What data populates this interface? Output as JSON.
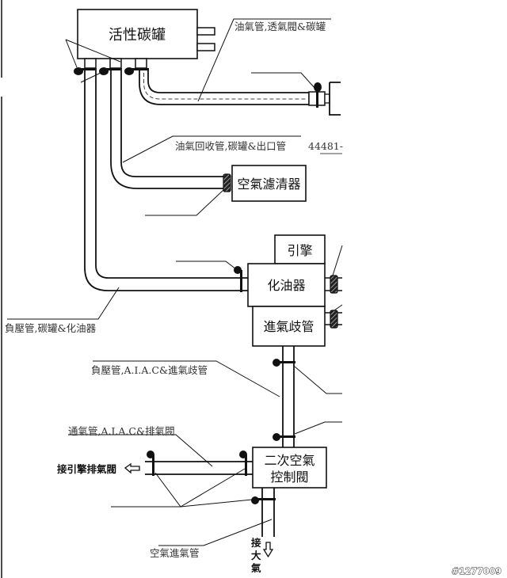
{
  "diagram": {
    "components": {
      "canister": "活性碳罐",
      "air_cleaner": "空氣濾清器",
      "engine": "引擎",
      "carburetor": "化油器",
      "intake_manifold": "進氣歧管",
      "aiac_line1": "二次空氣",
      "aiac_line2": "控制閥"
    },
    "labels": {
      "fuel_vapor_hose": "油氣管,透氣閥&碳罐",
      "vapor_return_hose": "油氣回收管,碳罐&出口管",
      "part_number": "44481-",
      "vacuum_hose_carb": "負壓管,碳罐&化油器",
      "vacuum_hose_manifold": "負壓管,A.I.A.C&進氣歧管",
      "vent_hose": "通氣管,A.I.A.C&排氣閥",
      "to_exhaust_valve": "接引擎排氣閥",
      "air_inlet_hose": "空氣進氣管",
      "to_atmosphere": [
        "接",
        "大",
        "氣"
      ]
    },
    "watermark": "#1277009"
  }
}
